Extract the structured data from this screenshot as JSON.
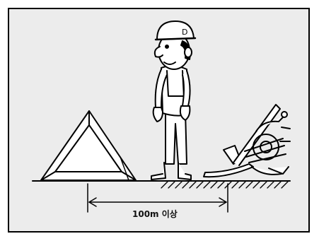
{
  "illustration": {
    "distance_label": "100m 이상",
    "helmet_mark": "D",
    "colors": {
      "background": "#ececec",
      "line": "#000000"
    },
    "items": [
      "warning-triangle",
      "worker",
      "vehicle"
    ]
  }
}
